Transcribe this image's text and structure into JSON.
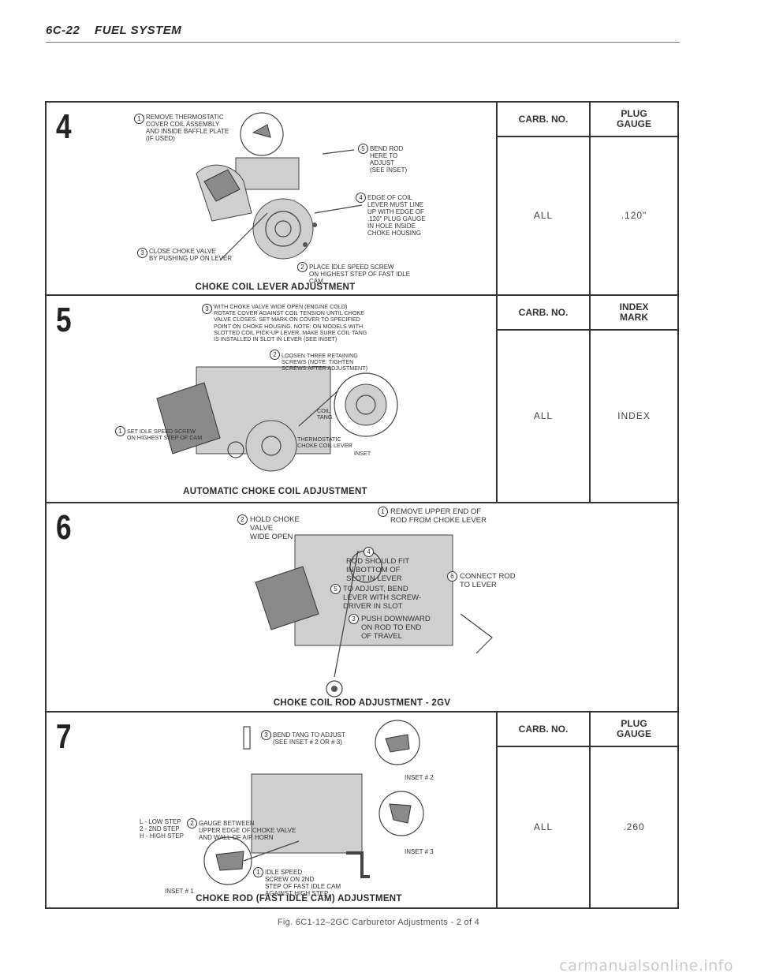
{
  "header": {
    "page": "6C-22",
    "section": "FUEL SYSTEM"
  },
  "panels": {
    "p4": {
      "number": "4",
      "title": "CHOKE COIL LEVER ADJUSTMENT",
      "spec_header_1": "CARB. NO.",
      "spec_header_2": "PLUG\nGAUGE",
      "spec_val_1": "ALL",
      "spec_val_2": ".120\"",
      "callouts": {
        "c1": "REMOVE THERMOSTATIC\nCOVER COIL ASSEMBLY\nAND INSIDE BAFFLE PLATE\n(IF USED)",
        "c5": "BEND ROD\nHERE TO\nADJUST\n(SEE INSET)",
        "c4": "EDGE OF COIL\nLEVER MUST LINE\nUP WITH EDGE OF\n.120\" PLUG GAUGE\nIN HOLE INSIDE\nCHOKE HOUSING",
        "c3": "CLOSE CHOKE VALVE\nBY PUSHING UP ON LEVER",
        "c2": "PLACE IDLE SPEED SCREW\nON HIGHEST STEP OF FAST IDLE\nCAM"
      }
    },
    "p5": {
      "number": "5",
      "title": "AUTOMATIC CHOKE COIL ADJUSTMENT",
      "spec_header_1": "CARB. NO.",
      "spec_header_2": "INDEX\nMARK",
      "spec_val_1": "ALL",
      "spec_val_2": "INDEX",
      "callouts": {
        "c3": "WITH CHOKE VALVE WIDE OPEN (ENGINE COLD)\nROTATE COVER AGAINST COIL TENSION UNTIL CHOKE\nVALVE CLOSES. SET MARK ON COVER TO SPECIFIED\nPOINT ON CHOKE HOUSING. NOTE: ON MODELS WITH\nSLOTTED COIL PICK-UP LEVER, MAKE SURE COIL TANG\nIS INSTALLED IN SLOT IN LEVER (SEE INSET)",
        "c2": "LOOSEN THREE RETAINING\nSCREWS (NOTE: TIGHTEN\nSCREWS AFTER ADJUSTMENT)",
        "c1": "SET IDLE SPEED SCREW\nON HIGHEST STEP OF CAM",
        "coil_tang": "COIL\nTANG",
        "thermo": "THERMOSTATIC\nCHOKE COIL LEVER",
        "inset": "INSET"
      }
    },
    "p6": {
      "number": "6",
      "title": "CHOKE COIL ROD ADJUSTMENT - 2GV",
      "callouts": {
        "c2": "HOLD CHOKE\nVALVE\nWIDE OPEN",
        "c1": "REMOVE UPPER END OF\nROD FROM CHOKE LEVER",
        "c4": "ROD SHOULD FIT\nIN BOTTOM OF\nSLOT IN LEVER",
        "c6": "CONNECT ROD\nTO LEVER",
        "c5": "TO ADJUST, BEND\nLEVER WITH SCREW-\nDRIVER IN SLOT",
        "c3": "PUSH DOWNWARD\nON ROD TO END\nOF TRAVEL"
      }
    },
    "p7": {
      "number": "7",
      "title": "CHOKE ROD (FAST IDLE CAM) ADJUSTMENT",
      "spec_header_1": "CARB. NO.",
      "spec_header_2": "PLUG\nGAUGE",
      "spec_val_1": "ALL",
      "spec_val_2": ".260",
      "callouts": {
        "c3": "BEND TANG TO ADJUST\n(SEE INSET # 2 or # 3)",
        "inset2": "INSET # 2",
        "inset3": "INSET # 3",
        "inset1": "INSET # 1",
        "legend": "L - LOW STEP\n2 - 2ND STEP\nH - HIGH STEP",
        "c2": "GAUGE BETWEEN\nUPPER EDGE OF CHOKE VALVE\nAND WALL OF AIR HORN",
        "c1": "IDLE SPEED\nSCREW ON 2ND\nSTEP OF FAST IDLE CAM\nAGAINST HIGH STEP"
      }
    }
  },
  "caption": "Fig. 6C1-12–2GC Carburetor Adjustments - 2 of 4",
  "watermark": "carmanualsonline.info"
}
